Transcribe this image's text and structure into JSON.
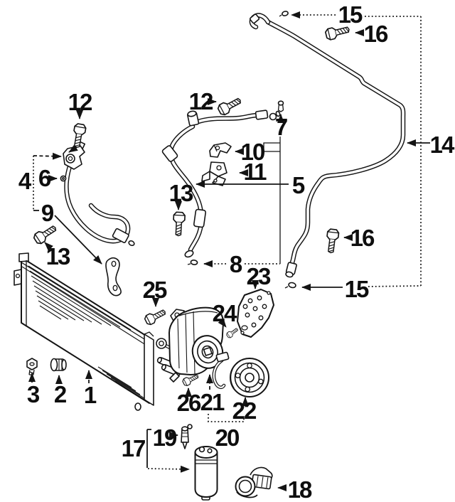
{
  "colors": {
    "ink": "#141414",
    "paper": "#ffffff"
  },
  "callouts": {
    "c1": {
      "label": "1",
      "target": "condenser"
    },
    "c2": {
      "label": "2",
      "target": "mount-bushing"
    },
    "c3": {
      "label": "3",
      "target": "mount-nut"
    },
    "c4": {
      "label": "4",
      "target": "liquid-hose"
    },
    "c5": {
      "label": "5",
      "target": "discharge-hose"
    },
    "c6": {
      "label": "6",
      "target": "o-ring"
    },
    "c7": {
      "label": "7",
      "target": "service-valve"
    },
    "c8": {
      "label": "8",
      "target": "hose-clip"
    },
    "c9": {
      "label": "9",
      "target": "hose-bracket"
    },
    "c10": {
      "label": "10",
      "target": "pipe-bracket"
    },
    "c11": {
      "label": "11",
      "target": "pipe-bracket"
    },
    "c12a": {
      "label": "12",
      "target": "bolt"
    },
    "c12b": {
      "label": "12",
      "target": "bolt"
    },
    "c13a": {
      "label": "13",
      "target": "bolt"
    },
    "c13b": {
      "label": "13",
      "target": "bolt"
    },
    "c14": {
      "label": "14",
      "target": "ac-pipe"
    },
    "c15a": {
      "label": "15",
      "target": "pipe-clip"
    },
    "c15b": {
      "label": "15",
      "target": "pipe-clip"
    },
    "c16a": {
      "label": "16",
      "target": "bolt"
    },
    "c16b": {
      "label": "16",
      "target": "bolt"
    },
    "c17": {
      "label": "17",
      "target": "receiver-drier"
    },
    "c18": {
      "label": "18",
      "target": "drier-clamp"
    },
    "c19": {
      "label": "19",
      "target": "pressure-valve"
    },
    "c20": {
      "label": "20",
      "target": "compressor-assembly"
    },
    "c21": {
      "label": "21",
      "target": "compressor"
    },
    "c22": {
      "label": "22",
      "target": "clutch-pulley"
    },
    "c23": {
      "label": "23",
      "target": "mount-plate"
    },
    "c24": {
      "label": "24",
      "target": "bolt"
    },
    "c25": {
      "label": "25",
      "target": "bolt"
    },
    "c26": {
      "label": "26",
      "target": "stud-bolt"
    }
  }
}
